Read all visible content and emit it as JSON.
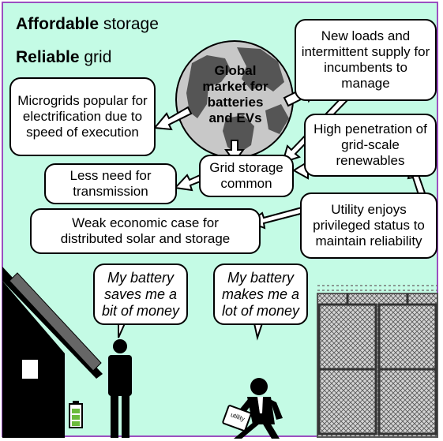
{
  "headings": {
    "line1_bold": "Affordable",
    "line1_rest": " storage",
    "line2_bold": "Reliable",
    "line2_rest": " grid"
  },
  "globe": {
    "label": "Global market for batteries and EVs"
  },
  "boxes": {
    "new_loads": "New loads and intermittent supply for incumbents to manage",
    "microgrids": "Microgrids popular for electrification due to speed of execution",
    "high_penetration": "High penetration of grid-scale renewables",
    "grid_storage": "Grid storage common",
    "less_need": "Less need for transmission",
    "utility": "Utility enjoys privileged status to maintain reliability",
    "weak_case": "Weak economic case for distributed solar and storage"
  },
  "bubbles": {
    "bit_of_money": "My battery saves me a bit of money",
    "lot_of_money": "My battery makes me a lot of money"
  },
  "briefcase": {
    "label": "utility"
  },
  "colors": {
    "background": "#c4fbe5",
    "frame": "#9b4fc0",
    "globe_ocean": "#c8c8c8",
    "globe_land": "#555555",
    "battery": "#6cbb3c"
  }
}
